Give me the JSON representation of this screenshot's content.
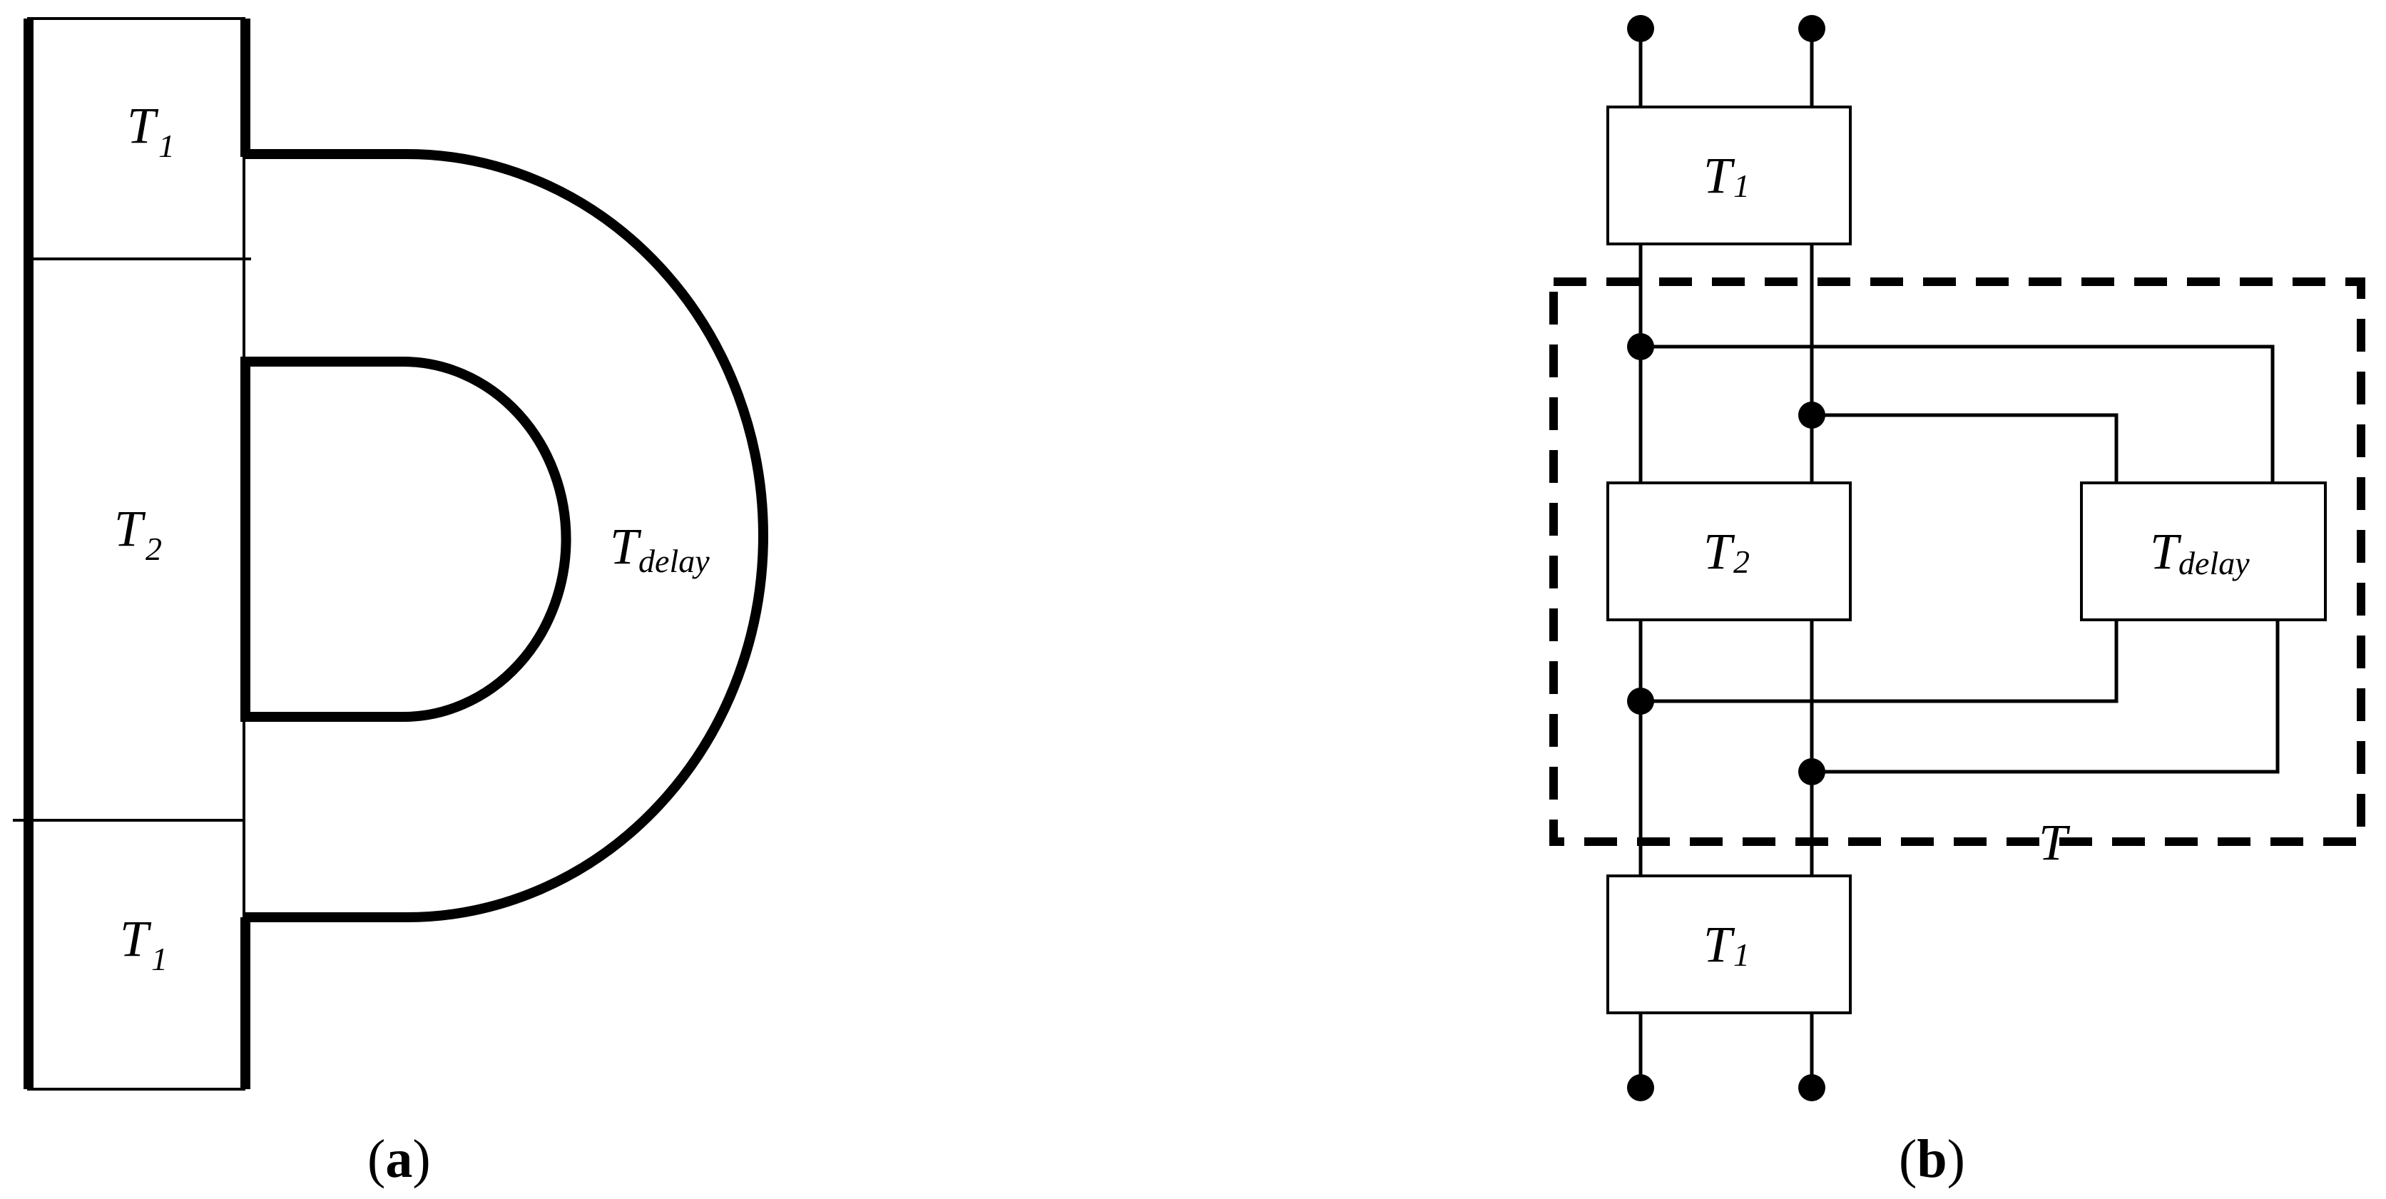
{
  "diagram_a": {
    "label_t1_top": "T",
    "label_t1_top_sub": "1",
    "label_t2": "T",
    "label_t2_sub": "2",
    "label_t1_bottom": "T",
    "label_t1_bottom_sub": "1",
    "label_tdelay": "T",
    "label_tdelay_sub": "delay",
    "caption_open": "(",
    "caption_letter": "a",
    "caption_close": ")"
  },
  "diagram_b": {
    "box_t1_top": "T",
    "box_t1_top_sub": "1",
    "box_t2": "T",
    "box_t2_sub": "2",
    "box_tdelay": "T",
    "box_tdelay_sub": "delay",
    "box_t1_bottom": "T",
    "box_t1_bottom_sub": "1",
    "group_label": "T",
    "caption_open": "(",
    "caption_letter": "b",
    "caption_close": ")"
  }
}
